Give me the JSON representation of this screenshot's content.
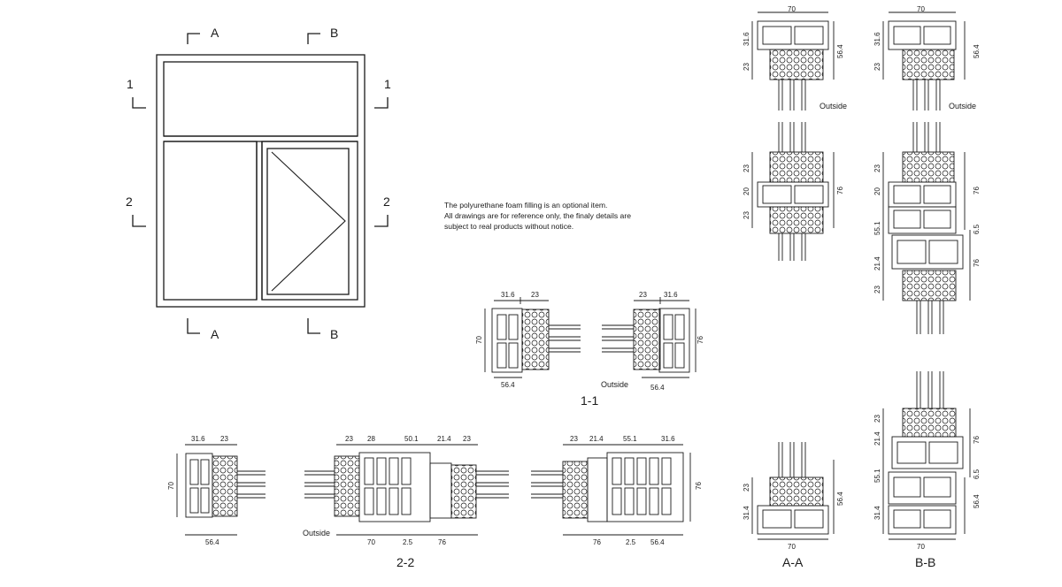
{
  "elevation": {
    "cut_markers": {
      "a_top": "A",
      "b_top": "B",
      "a_bottom": "A",
      "b_bottom": "B",
      "one_left": "1",
      "one_right": "1",
      "two_left": "2",
      "two_right": "2"
    }
  },
  "notes": [
    "The polyurethane foam filling is an optional item.",
    "All drawings are for reference only, the finaly details are",
    "subject to real products without notice."
  ],
  "section_1_1": {
    "title": "1-1",
    "left_top_dims": [
      "31.6",
      "23"
    ],
    "left_height": "70",
    "left_bottom": "56.4",
    "right_top_dims": [
      "23",
      "31.6"
    ],
    "right_height": "76",
    "right_bottom": "56.4",
    "outside_label": "Outside"
  },
  "section_2_2": {
    "title": "2-2",
    "left_top_dims": [
      "31.6",
      "23"
    ],
    "left_height": "70",
    "left_bottom": "56.4",
    "mid_top_dims": [
      "23",
      "28",
      "50.1",
      "21.4",
      "23"
    ],
    "mid_bottom_dims": [
      "70",
      "2.5",
      "76"
    ],
    "right_top_dims": [
      "23",
      "21.4",
      "55.1",
      "31.6"
    ],
    "right_height": "76",
    "right_bottom_dims": [
      "76",
      "2.5",
      "56.4"
    ],
    "outside_label": "Outside"
  },
  "section_a_a": {
    "title": "A-A",
    "top_width": "70",
    "top_left_dims": [
      "31.6",
      "23"
    ],
    "top_right": "56.4",
    "mid_left_dims": [
      "23",
      "20",
      "23"
    ],
    "mid_right": "76",
    "bot_left_dims": [
      "23",
      "31.4"
    ],
    "bot_right": "56.4",
    "bottom_width": "70",
    "outside_label": "Outside"
  },
  "section_b_b": {
    "title": "B-B",
    "top_width": "70",
    "top_left_dims": [
      "31.6",
      "23"
    ],
    "top_right": "56.4",
    "mid_left_dims": [
      "23",
      "20",
      "55.1",
      "21.4",
      "23"
    ],
    "mid_right_dims": [
      "76",
      "6.5",
      "76"
    ],
    "bot_left_dims": [
      "23",
      "21.4",
      "55.1",
      "31.4"
    ],
    "bot_right_dims": [
      "76",
      "6.5",
      "56.4"
    ],
    "bottom_width": "70",
    "outside_label": "Outside"
  }
}
